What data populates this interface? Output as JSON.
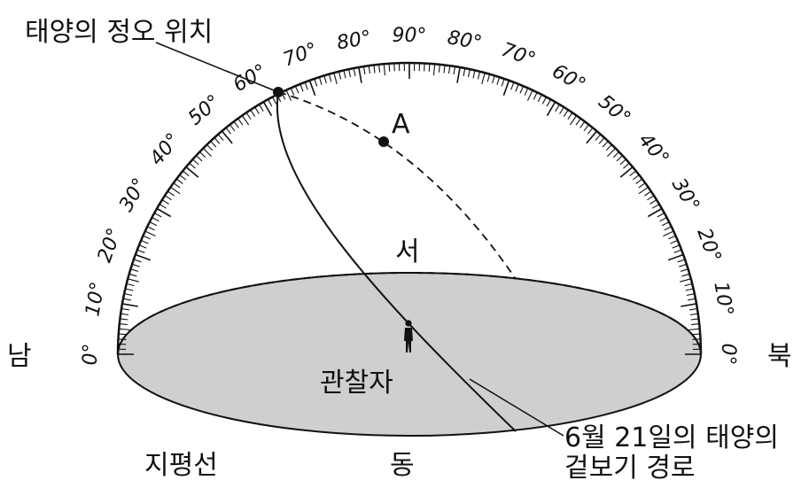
{
  "colors": {
    "ground_fill": "#cfcfcf",
    "ink": "#111111"
  },
  "labels": {
    "sun_noon_position": "태양의 정오 위치",
    "point_a": "A",
    "west": "서",
    "east": "동",
    "south": "남",
    "north": "북",
    "observer": "관찰자",
    "horizon": "지평선",
    "path_line1": "6월 21일의 태양의",
    "path_line2": "겉보기 경로"
  },
  "scale": {
    "left_ticks": [
      "0°",
      "10°",
      "20°",
      "30°",
      "40°",
      "50°",
      "60°",
      "70°",
      "80°"
    ],
    "top_tick": "90°",
    "right_ticks": [
      "80°",
      "70°",
      "60°",
      "50°",
      "40°",
      "30°",
      "20°",
      "10°",
      "0°"
    ],
    "minor_step_deg": 1
  },
  "sun_noon_altitude_deg": 66.5,
  "observer_icon": "person-icon"
}
